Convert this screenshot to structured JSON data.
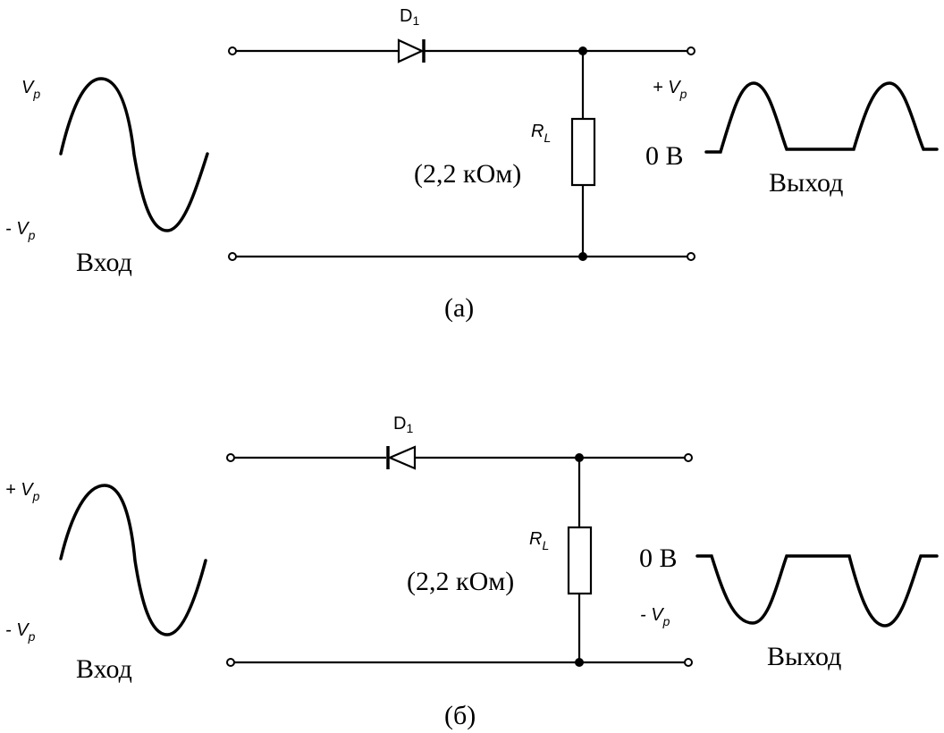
{
  "circuit_a": {
    "caption": "(а)",
    "diode_label": "D",
    "diode_sub": "1",
    "resistor_label": "R",
    "resistor_sub": "L",
    "resistor_value": "(2,2 кОм)",
    "input_pos_label": "V",
    "input_pos_sub": "p",
    "input_neg_label": "- V",
    "input_neg_sub": "p",
    "input_label": "Вход",
    "output_pos_label": "+ V",
    "output_pos_sub": "p",
    "output_zero_label": "0 В",
    "output_label": "Выход"
  },
  "circuit_b": {
    "caption": "(б)",
    "diode_label": "D",
    "diode_sub": "1",
    "resistor_label": "R",
    "resistor_sub": "L",
    "resistor_value": "(2,2 кОм)",
    "input_pos_label": "+ V",
    "input_pos_sub": "p",
    "input_neg_label": "- V",
    "input_neg_sub": "p",
    "input_label": "Вход",
    "output_neg_label": "- V",
    "output_neg_sub": "p",
    "output_zero_label": "0 В",
    "output_label": "Выход"
  }
}
